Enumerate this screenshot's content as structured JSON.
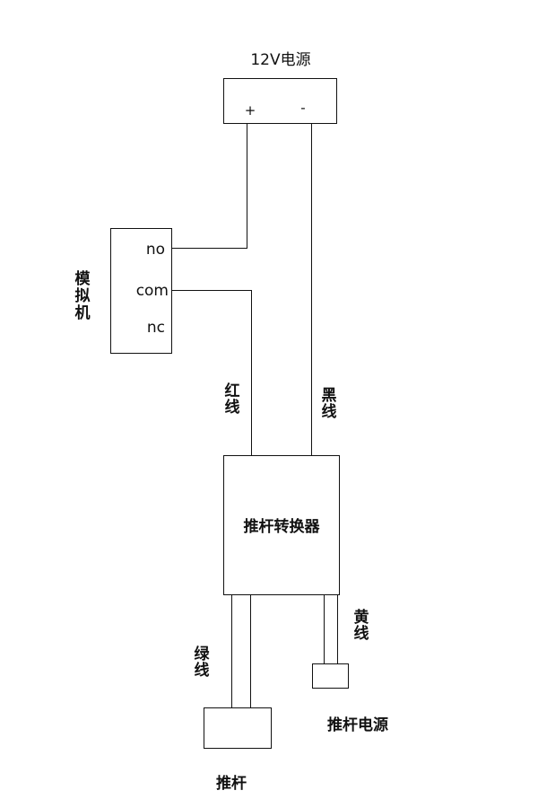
{
  "power_supply": {
    "title": "12V电源",
    "plus": "+",
    "minus": "-"
  },
  "simulator": {
    "label": [
      "模",
      "拟",
      "机"
    ],
    "terminals": {
      "no": "no",
      "com": "com",
      "nc": "nc"
    }
  },
  "wires": {
    "red": [
      "红",
      "线"
    ],
    "black": [
      "黑",
      "线"
    ],
    "yellow": [
      "黄",
      "线"
    ],
    "green": [
      "绿",
      "线"
    ]
  },
  "converter": {
    "label": "推杆转换器"
  },
  "actuator_power": {
    "label": "推杆电源"
  },
  "actuator": {
    "label": "推杆"
  }
}
